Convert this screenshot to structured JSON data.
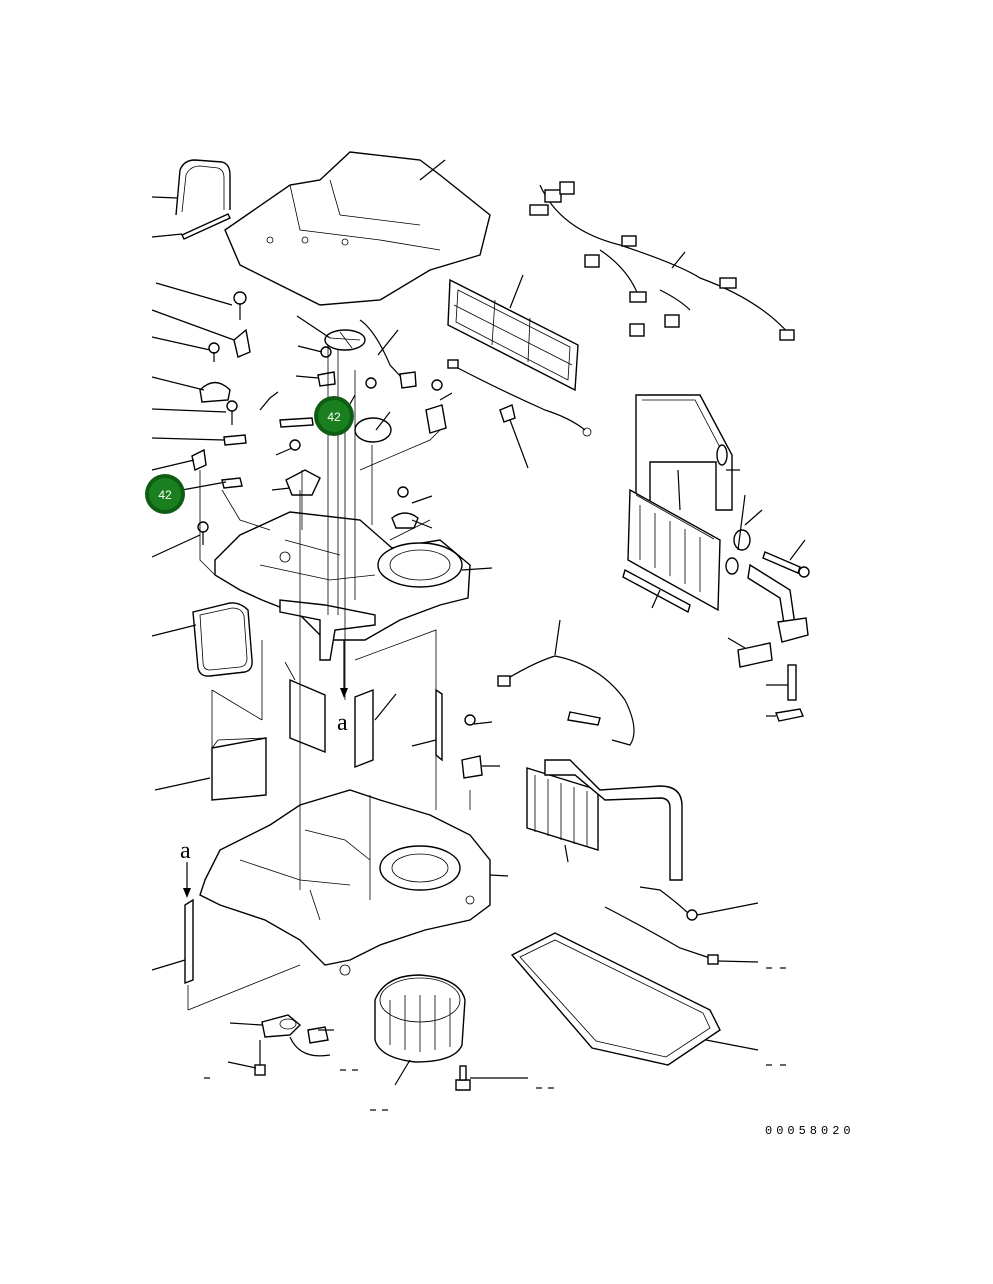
{
  "diagram": {
    "hotspots": [
      {
        "id": "hotspot-upper",
        "label": "42"
      },
      {
        "id": "hotspot-left",
        "label": "42"
      }
    ],
    "section_markers": [
      "a",
      "a"
    ],
    "reference_number": "00058020",
    "colors": {
      "hotspot_fill": "#1a7f1f",
      "hotspot_ring": "#0f5d13",
      "line": "#000000",
      "background": "#ffffff"
    }
  }
}
